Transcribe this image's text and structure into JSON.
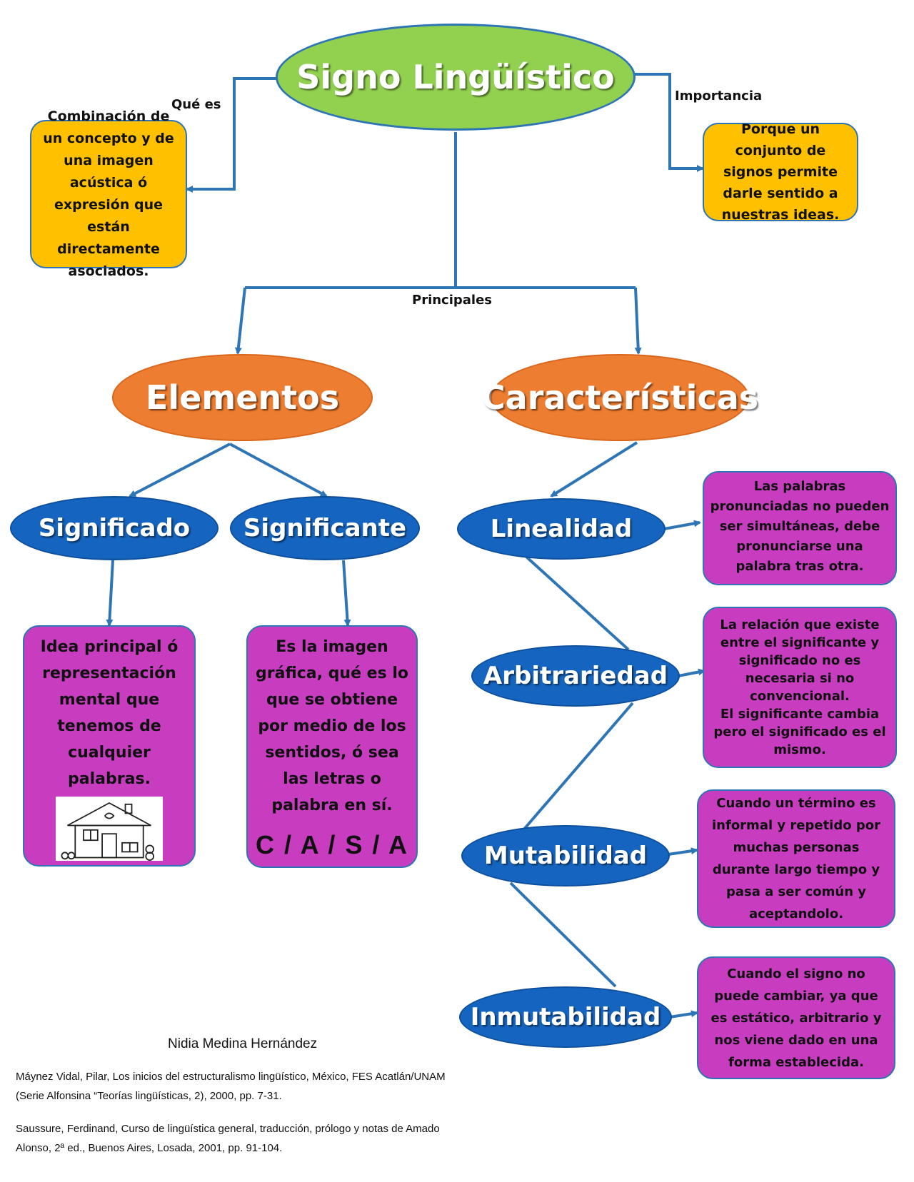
{
  "title": "Signo Lingüístico",
  "labels": {
    "que_es": "Qué es",
    "importancia": "Importancia",
    "principales": "Principales"
  },
  "definition": "Combinación de un concepto y de una imagen acústica ó expresión que están directamente asociados.",
  "importance": "Porque un conjunto de signos permite darle sentido a nuestras ideas.",
  "elementos": {
    "title": "Elementos",
    "significado": {
      "label": "Significado",
      "description": "Idea principal ó representación mental que tenemos de cualquier palabras."
    },
    "significante": {
      "label": "Significante",
      "description": "Es la imagen gráfica, qué es lo que se obtiene por medio de los sentidos, ó sea las letras o palabra en sí.",
      "example": "C / A / S / A"
    }
  },
  "caracteristicas": {
    "title": "Características",
    "items": [
      {
        "label": "Linealidad",
        "description": "Las palabras pronunciadas no pueden ser simultáneas, debe pronunciarse una palabra tras otra."
      },
      {
        "label": "Arbitrariedad",
        "description": "La relación que existe entre el significante y significado no es necesaria si no convencional.",
        "description2": "El significante cambia pero el significado es el mismo."
      },
      {
        "label": "Mutabilidad",
        "description": "Cuando un término es informal y repetido por muchas personas durante largo tiempo y pasa a ser común y aceptandolo."
      },
      {
        "label": "Inmutabilidad",
        "description": "Cuando el signo no puede cambiar, ya que es estático, arbitrario y nos viene dado en una forma establecida."
      }
    ]
  },
  "author": "Nidia Medina Hernández",
  "references": [
    "Máynez Vidal, Pilar, Los inicios del estructuralismo lingüístico, México, FES Acatlán/UNAM (Serie Alfonsina “Teorías lingüísticas, 2), 2000, pp. 7-31.",
    "Saussure, Ferdinand, Curso de lingüística general, traducción, prólogo y notas de Amado Alonso, 2ª ed., Buenos Aires, Losada, 2001, pp. 91-104."
  ],
  "colors": {
    "title_fill": "#92d050",
    "orange": "#ed7d31",
    "blue": "#1565c0",
    "yellow": "#ffc000",
    "magenta": "#c83dc0",
    "connector": "#2e75b6"
  }
}
